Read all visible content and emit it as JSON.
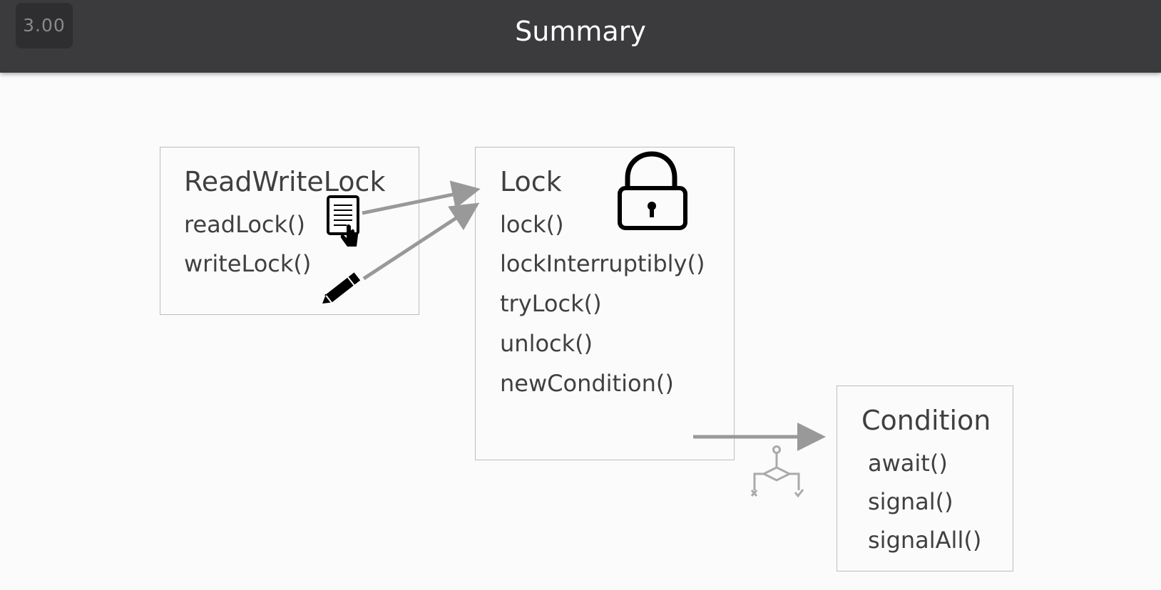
{
  "header": {
    "version": "3.00",
    "title": "Summary"
  },
  "readwritelock": {
    "title": "ReadWriteLock",
    "methods": [
      "readLock()",
      "writeLock()"
    ]
  },
  "lock": {
    "title": "Lock",
    "methods": [
      "lock()",
      "lockInterruptibly()",
      "tryLock()",
      "unlock()",
      "newCondition()"
    ]
  },
  "condition": {
    "title": "Condition",
    "methods": [
      "await()",
      "signal()",
      "signalAll()"
    ]
  },
  "icons": {
    "read": "document-pointer-icon",
    "write": "pencil-icon",
    "lock": "unlocked-padlock-icon",
    "condition": "decision-flow-icon"
  },
  "colors": {
    "header_bg": "#3b3a3c",
    "arrow": "#999999",
    "text": "#404040"
  }
}
